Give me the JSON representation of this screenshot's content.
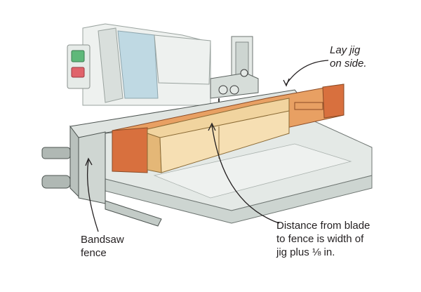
{
  "callouts": {
    "lay_jig": {
      "line1": "Lay jig",
      "line2": "on side."
    },
    "fence": {
      "line1": "Bandsaw",
      "line2": "fence"
    },
    "distance": {
      "line1": "Distance from blade",
      "line2": "to fence is width of",
      "line3": "jig plus ⅛ in."
    }
  },
  "colors": {
    "metal_light": "#e4e9e6",
    "metal_mid": "#cdd5d1",
    "metal_dark": "#9aa39f",
    "jig_front": "#e8a063",
    "jig_end": "#d8703e",
    "workpiece": "#f1d49f",
    "workpiece_dark": "#e4b777",
    "switch_green": "#5fb87a",
    "switch_red": "#e0636b",
    "blue_column": "#bfd9e3",
    "outline": "#3a3a3a"
  }
}
